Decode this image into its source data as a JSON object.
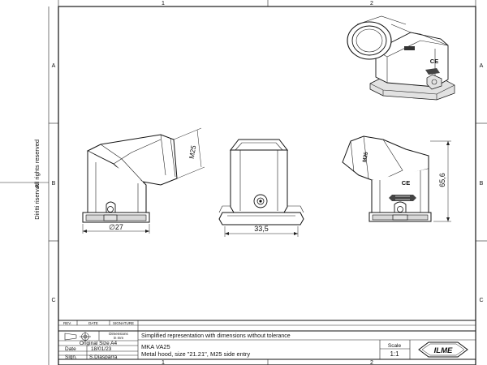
{
  "border": {
    "columns": [
      "1",
      "2"
    ],
    "rows": [
      "A",
      "B",
      "C"
    ]
  },
  "left_margin": {
    "notice_line1": "All rights reserved",
    "notice_line2": "Diritti riservati"
  },
  "dimensions": {
    "thread": "M25",
    "diameter": "∅27",
    "width": "33,5",
    "height": "65,6"
  },
  "logo_marks": {
    "marking": "CE",
    "brand": "ILME"
  },
  "title_block": {
    "revision_headers": [
      "REV.",
      "DATE",
      "SIGNATURE"
    ],
    "dimensions_label": "Dimensions",
    "dimensions_unit": "in mm",
    "original_size": "Original Size A4",
    "date_label": "Date",
    "date_value": "18/01/23",
    "sign_label": "Sign.",
    "sign_value": "S.Diasparra",
    "note": "Simplified representation with dimensions without tolerance",
    "part_code": "MKA VA25",
    "description": "Metal hood, size \"21.21\", M25 side entry",
    "scale_label": "Scale",
    "scale_value": "1:1",
    "logo_text": "ILME"
  }
}
